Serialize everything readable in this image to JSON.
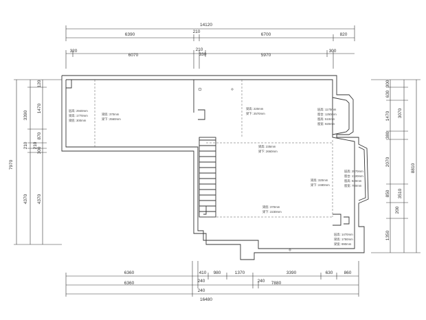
{
  "drawing": {
    "top_dims": {
      "total": "14120",
      "row1": [
        "6390",
        "210",
        "6700",
        "820"
      ],
      "row2": [
        "320",
        "6070",
        "210",
        "330",
        "5970",
        "300"
      ]
    },
    "bottom_dims": {
      "row1": [
        "6360",
        "410",
        "980",
        "1370",
        "3390",
        "630",
        "860"
      ],
      "row1_small": "240",
      "row2": [
        "6360",
        "240",
        "7880"
      ],
      "total": "16480"
    },
    "left_dims": {
      "total": "7970",
      "outer": [
        "3390",
        "210",
        "4370"
      ],
      "inner": [
        "120",
        "1470",
        "870",
        "210",
        "300",
        "4370"
      ]
    },
    "right_dims": {
      "total": "8810",
      "outer": [
        "3070",
        "3510"
      ],
      "inner": [
        "300",
        "630",
        "1470",
        "380",
        "2070",
        "850",
        "200",
        "1350"
      ]
    },
    "room_notes": [
      {
        "key": "left",
        "lines": [
          "层高: 2940mm",
          "梁高: 1770mm",
          "梁底: 300mm"
        ]
      },
      {
        "key": "left-mid",
        "lines": [
          "梁底: 370mm",
          "梁下: 2560mm"
        ]
      },
      {
        "key": "center",
        "lines": [
          "梁高: 220mm",
          "梁下: 2570mm"
        ]
      },
      {
        "key": "window-top",
        "lines": [
          "层高: 1170mm",
          "窗台: 1250mm",
          "窗高: 510mm",
          "窗宽: 920mm"
        ]
      },
      {
        "key": "hall-top",
        "lines": [
          "梁高: 235mm",
          "梁下: 2660mm"
        ]
      },
      {
        "key": "hall-right",
        "lines": [
          "梁高: 320mm",
          "梁下: 2480mm"
        ]
      },
      {
        "key": "window-right",
        "lines": [
          "层高: 2570mm",
          "窗台: 1720mm",
          "窗高: 940mm",
          "窗宽: 790mm"
        ]
      },
      {
        "key": "hall-bottom",
        "lines": [
          "梁底: 370mm",
          "梁下: 2230mm"
        ]
      },
      {
        "key": "bottom-right",
        "lines": [
          "层高: 1470mm",
          "梁高: 1750mm",
          "梁宽: 990mm"
        ]
      }
    ]
  }
}
